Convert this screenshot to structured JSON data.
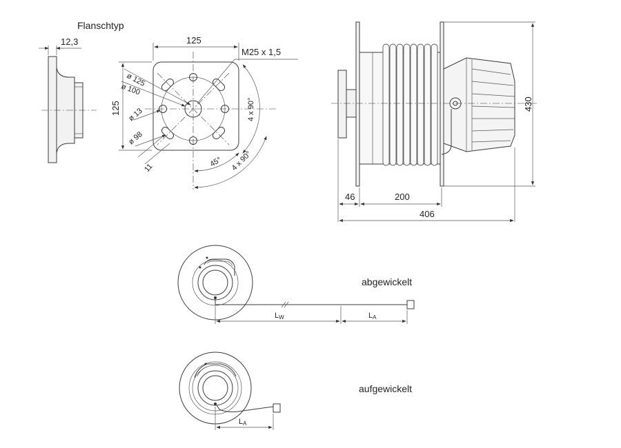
{
  "title": "Flanschtyp",
  "flange_side": {
    "dim_thickness": "12,3"
  },
  "flange_front": {
    "dim_width": "125",
    "dim_height": "125",
    "thread": "M25 x 1,5",
    "d125": "ø 125",
    "d100": "ø 100",
    "d13": "ø 13",
    "d98": "ø 98",
    "dim_11": "11",
    "angle_45": "45°",
    "angle_4x90_a": "4 x 90°",
    "angle_4x90_b": "4 x 90°"
  },
  "reel_side": {
    "dim_46": "46",
    "dim_200": "200",
    "dim_406": "406",
    "dim_430": "430"
  },
  "unwound": {
    "label": "abgewickelt",
    "lw_main": "L",
    "lw_sub": "W",
    "la_main": "L",
    "la_sub": "A"
  },
  "wound": {
    "label": "aufgewickelt",
    "la_main": "L",
    "la_sub": "A"
  }
}
